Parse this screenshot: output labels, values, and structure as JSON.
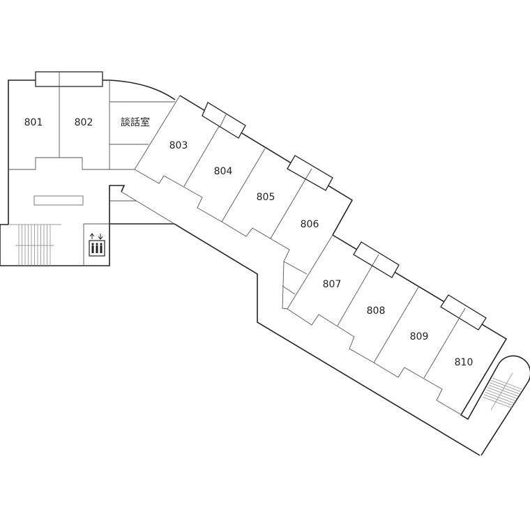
{
  "floor_plan": {
    "rooms": [
      {
        "id": "801",
        "label": "801"
      },
      {
        "id": "802",
        "label": "802"
      },
      {
        "id": "lounge",
        "label": "談話室"
      },
      {
        "id": "803",
        "label": "803"
      },
      {
        "id": "804",
        "label": "804"
      },
      {
        "id": "805",
        "label": "805"
      },
      {
        "id": "806",
        "label": "806"
      },
      {
        "id": "807",
        "label": "807"
      },
      {
        "id": "808",
        "label": "808"
      },
      {
        "id": "809",
        "label": "809"
      },
      {
        "id": "810",
        "label": "810"
      }
    ],
    "icons": {
      "elevator": "elevator-icon",
      "stairs_main": "stairs-icon",
      "stairs_east": "spiral-stairs-icon"
    },
    "colors": {
      "wall": "#222222",
      "line": "#555555",
      "stair": "#9a9a9a"
    }
  }
}
